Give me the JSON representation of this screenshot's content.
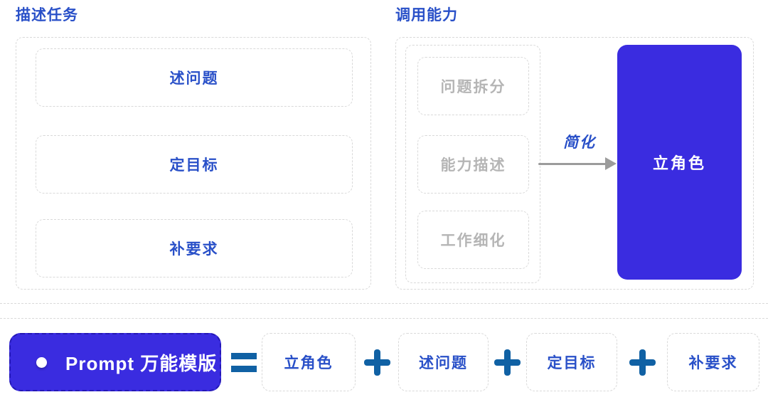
{
  "colors": {
    "accent_blue": "#2950c8",
    "indigo_fill": "#3a2ce0",
    "operator_blue": "#1061a4",
    "gray_text": "#b5b5b5",
    "border_gray": "#d9d9d9",
    "arrow_gray": "#9c9c9c",
    "bg": "#ffffff"
  },
  "sections": {
    "describe_task": {
      "title": "描述任务",
      "items": [
        {
          "label": "述问题"
        },
        {
          "label": "定目标"
        },
        {
          "label": "补要求"
        }
      ]
    },
    "invoke_ability": {
      "title": "调用能力",
      "items": [
        {
          "label": "问题拆分"
        },
        {
          "label": "能力描述"
        },
        {
          "label": "工作细化"
        }
      ],
      "arrow_label": "简化",
      "result": "立角色"
    }
  },
  "formula": {
    "template_label": "Prompt 万能模版",
    "equals": "=",
    "plus": "+",
    "terms": [
      "立角色",
      "述问题",
      "定目标",
      "补要求"
    ]
  }
}
